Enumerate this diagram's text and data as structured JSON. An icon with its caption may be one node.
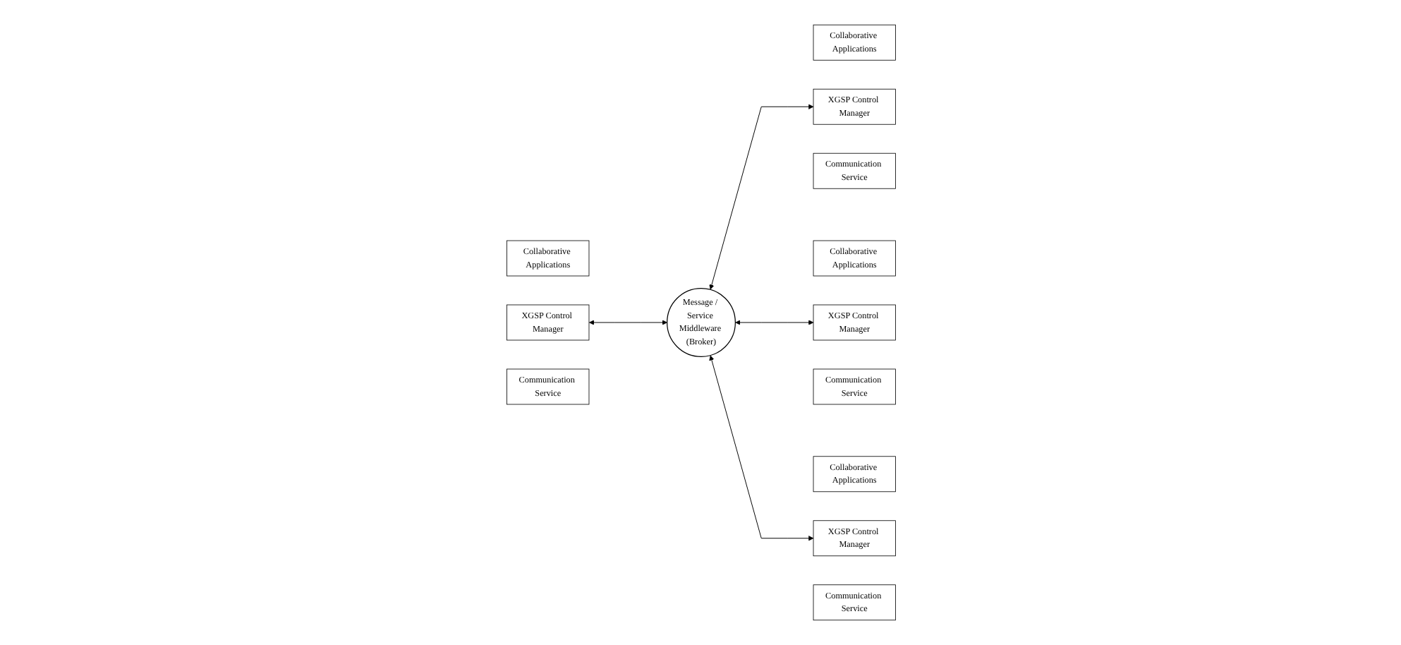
{
  "diagram": {
    "nodes": [
      {
        "text": [
          "Collaborative Applications"
        ]
      },
      {
        "text": [
          "XGSP Control Manager"
        ]
      },
      {
        "text": [
          "Communication Service"
        ]
      },
      {
        "text": [
          "Message / Service Middleware (Broker)"
        ]
      },
      {
        "text": [
          "Collaborative Applications"
        ]
      },
      {
        "text": [
          "XGSP Control Manager"
        ]
      },
      {
        "text": [
          "Communication Service"
        ]
      },
      {
        "text": [
          "Collaborative Applications"
        ]
      },
      {
        "text": [
          "XGSP Control Manager"
        ]
      },
      {
        "text": [
          "Communication Service"
        ]
      },
      {
        "text": [
          "Collaborative Applications"
        ]
      },
      {
        "text": [
          "XGSP Control Manager"
        ]
      },
      {
        "text": [
          "Communication Service"
        ]
      }
    ],
    "edges": [
      {
        "from": 1,
        "to": 3,
        "arrow": "both"
      },
      {
        "from": 3,
        "to": 5,
        "arrow": "both"
      },
      {
        "from": 3,
        "to": 8,
        "arrow": "both"
      },
      {
        "from": 3,
        "to": 11,
        "arrow": "both"
      }
    ]
  }
}
